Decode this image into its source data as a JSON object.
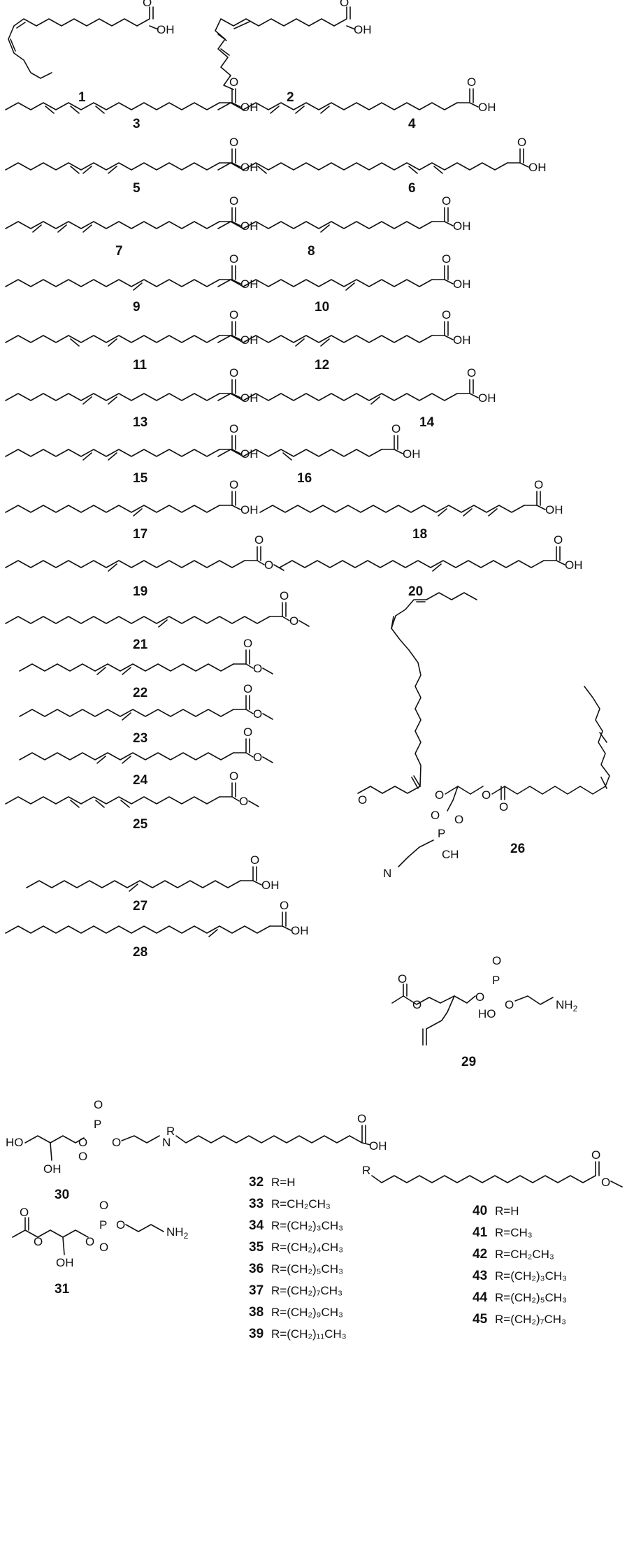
{
  "compounds": [
    {
      "id": "1",
      "terminal": "acid",
      "chain": 17
    },
    {
      "id": "2",
      "terminal": "acid",
      "chain": 17
    },
    {
      "id": "3",
      "terminal": "acid",
      "chain": 17
    },
    {
      "id": "4",
      "terminal": "acid",
      "chain": 19
    },
    {
      "id": "5",
      "terminal": "acid",
      "chain": 17
    },
    {
      "id": "6",
      "terminal": "acid",
      "chain": 23
    },
    {
      "id": "7",
      "terminal": "acid",
      "chain": 17
    },
    {
      "id": "8",
      "terminal": "acid",
      "chain": 17
    },
    {
      "id": "9",
      "terminal": "acid",
      "chain": 17
    },
    {
      "id": "10",
      "terminal": "acid",
      "chain": 17
    },
    {
      "id": "11",
      "terminal": "acid",
      "chain": 17
    },
    {
      "id": "12",
      "terminal": "acid",
      "chain": 17
    },
    {
      "id": "13",
      "terminal": "acid",
      "chain": 17
    },
    {
      "id": "14",
      "terminal": "acid",
      "chain": 19
    },
    {
      "id": "15",
      "terminal": "acid",
      "chain": 17
    },
    {
      "id": "16",
      "terminal": "acid",
      "chain": 13
    },
    {
      "id": "17",
      "terminal": "acid",
      "chain": 17
    },
    {
      "id": "18",
      "terminal": "acid",
      "chain": 21
    },
    {
      "id": "19",
      "terminal": "ester",
      "chain": 19
    },
    {
      "id": "20",
      "terminal": "acid",
      "chain": 21
    },
    {
      "id": "21",
      "terminal": "ester",
      "chain": 21
    },
    {
      "id": "22",
      "terminal": "ester",
      "chain": 17
    },
    {
      "id": "23",
      "terminal": "ester",
      "chain": 17
    },
    {
      "id": "24",
      "terminal": "ester",
      "chain": 17
    },
    {
      "id": "25",
      "terminal": "ester",
      "chain": 17
    },
    {
      "id": "26",
      "terminal": "phospholipid",
      "chain": 0
    },
    {
      "id": "27",
      "terminal": "acid",
      "chain": 17
    },
    {
      "id": "28",
      "terminal": "acid",
      "chain": 21
    },
    {
      "id": "29",
      "terminal": "phospholipid",
      "chain": 0
    },
    {
      "id": "30",
      "terminal": "phospholipid",
      "chain": 0
    },
    {
      "id": "31",
      "terminal": "phospholipid",
      "chain": 0
    }
  ],
  "atoms": {
    "oh": "OH",
    "o": "O",
    "nh2": "NH",
    "nh2_sub": "2",
    "r": "R",
    "p": "P",
    "n_plus": "N",
    "ch2": "CH"
  },
  "series_acid": {
    "labels": [
      "32",
      "33",
      "34",
      "35",
      "36",
      "37",
      "38",
      "39"
    ],
    "r_values": [
      "R=H",
      "R=CH₂CH₃",
      "R=(CH₂)₃CH₃",
      "R=(CH₂)₄CH₃",
      "R=(CH₂)₅CH₃",
      "R=(CH₂)₇CH₃",
      "R=(CH₂)₉CH₃",
      "R=(CH₂)₁₁CH₃"
    ]
  },
  "series_ester": {
    "labels": [
      "40",
      "41",
      "42",
      "43",
      "44",
      "45"
    ],
    "r_values": [
      "R=H",
      "R=CH₃",
      "R=CH₂CH₃",
      "R=(CH₂)₃CH₃",
      "R=(CH₂)₅CH₃",
      "R=(CH₂)₇CH₃"
    ]
  }
}
